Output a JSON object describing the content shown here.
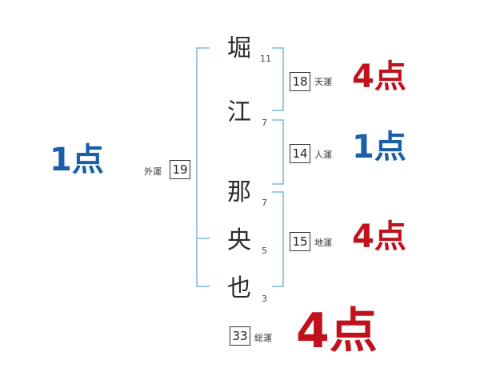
{
  "name_characters": [
    {
      "char": "堀",
      "strokes": "11"
    },
    {
      "char": "江",
      "strokes": "7"
    },
    {
      "char": "那",
      "strokes": "7"
    },
    {
      "char": "央",
      "strokes": "5"
    },
    {
      "char": "也",
      "strokes": "3"
    }
  ],
  "tenkaku": {
    "value": "18",
    "label": "天運",
    "score": "4点"
  },
  "jinkaku": {
    "value": "14",
    "label": "人運",
    "score": "1点"
  },
  "chikaku": {
    "value": "15",
    "label": "地運",
    "score": "4点"
  },
  "gaikaku": {
    "value": "19",
    "label": "外運",
    "score": "1点"
  },
  "soukaku": {
    "value": "33",
    "label": "総運",
    "score": "4点"
  },
  "colors": {
    "bracket": "#7ab8e0",
    "score_red": "#c0121c",
    "score_blue": "#1a5fa8"
  }
}
